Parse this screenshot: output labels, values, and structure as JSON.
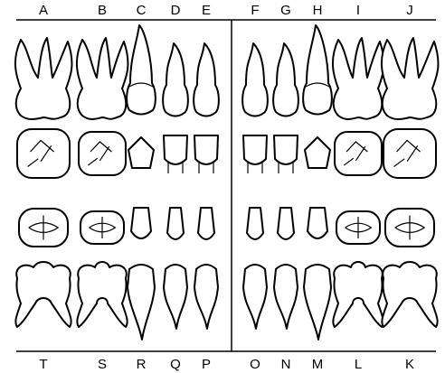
{
  "top_labels": [
    "A",
    "B",
    "C",
    "D",
    "E",
    "F",
    "G",
    "H",
    "I",
    "J"
  ],
  "bottom_labels": [
    "T",
    "S",
    "R",
    "Q",
    "P",
    "O",
    "N",
    "M",
    "L",
    "K"
  ],
  "teeth_upper": [
    {
      "letter": "A",
      "type": "molar"
    },
    {
      "letter": "B",
      "type": "molar"
    },
    {
      "letter": "C",
      "type": "canine"
    },
    {
      "letter": "D",
      "type": "incisor"
    },
    {
      "letter": "E",
      "type": "incisor"
    },
    {
      "letter": "F",
      "type": "incisor"
    },
    {
      "letter": "G",
      "type": "incisor"
    },
    {
      "letter": "H",
      "type": "canine"
    },
    {
      "letter": "I",
      "type": "molar"
    },
    {
      "letter": "J",
      "type": "molar"
    }
  ],
  "teeth_lower": [
    {
      "letter": "T",
      "type": "molar"
    },
    {
      "letter": "S",
      "type": "molar"
    },
    {
      "letter": "R",
      "type": "canine"
    },
    {
      "letter": "Q",
      "type": "incisor"
    },
    {
      "letter": "P",
      "type": "incisor"
    },
    {
      "letter": "O",
      "type": "incisor"
    },
    {
      "letter": "N",
      "type": "incisor"
    },
    {
      "letter": "M",
      "type": "canine"
    },
    {
      "letter": "L",
      "type": "molar"
    },
    {
      "letter": "K",
      "type": "molar"
    }
  ]
}
